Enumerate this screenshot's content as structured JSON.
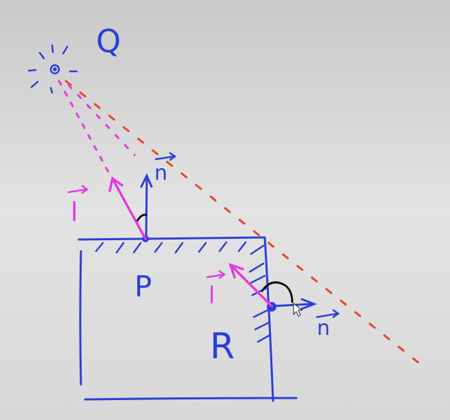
{
  "labels": {
    "light_source": "Q",
    "point_top": "P",
    "point_side": "R",
    "normal_top": "n",
    "normal_side": "n",
    "light_vec_top": "l",
    "light_vec_side": "l"
  },
  "colors": {
    "background": "#d9d9d9",
    "ink_blue": "#2b3fd6",
    "ink_magenta": "#e23be0",
    "ink_red": "#e8442a",
    "ink_black": "#111111"
  }
}
